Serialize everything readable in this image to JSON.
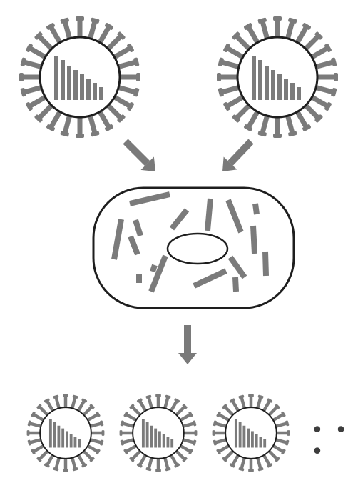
{
  "diagram": {
    "ellipsis": "• • •",
    "colors": {
      "fill": "#7b7b7b",
      "outline": "#1e1e1e",
      "arrow": "#7a7a7a",
      "background": "#ffffff"
    },
    "viruses": {
      "parents": [
        "parent-virus-left",
        "parent-virus-right"
      ],
      "progeny": [
        "progeny-virus-1",
        "progeny-virus-2",
        "progeny-virus-3"
      ]
    },
    "genome_segment_count": 8,
    "cell_fragment_count": 16
  }
}
